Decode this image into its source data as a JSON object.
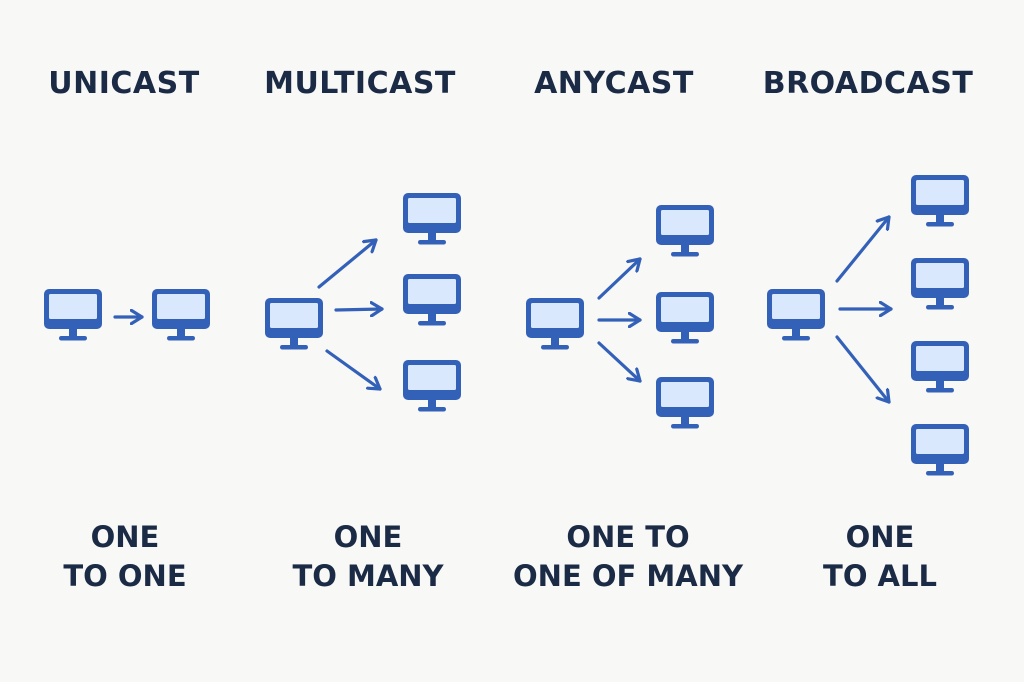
{
  "colors": {
    "background": "#f8f8f7",
    "text": "#1b2b45",
    "device_frame": "#3461b8",
    "device_screen": "#d9e8fd",
    "arrow": "#3461b8"
  },
  "panels": [
    {
      "id": "unicast",
      "title": "UNICAST",
      "caption_lines": [
        "ONE",
        "TO ONE"
      ],
      "source_icon": "monitor-icon",
      "receiver_count": 1,
      "arrow_count": 1
    },
    {
      "id": "multicast",
      "title": "MULTICAST",
      "caption_lines": [
        "ONE",
        "TO MANY"
      ],
      "source_icon": "monitor-icon",
      "receiver_count": 3,
      "arrow_count": 3
    },
    {
      "id": "anycast",
      "title": "ANYCAST",
      "caption_lines": [
        "ONE TO",
        "ONE OF MANY"
      ],
      "source_icon": "monitor-icon",
      "receiver_count": 3,
      "arrow_count": 3
    },
    {
      "id": "broadcast",
      "title": "BROADCAST",
      "caption_lines": [
        "ONE",
        "TO ALL"
      ],
      "source_icon": "monitor-icon",
      "receiver_count": 4,
      "arrow_count": 3
    }
  ]
}
